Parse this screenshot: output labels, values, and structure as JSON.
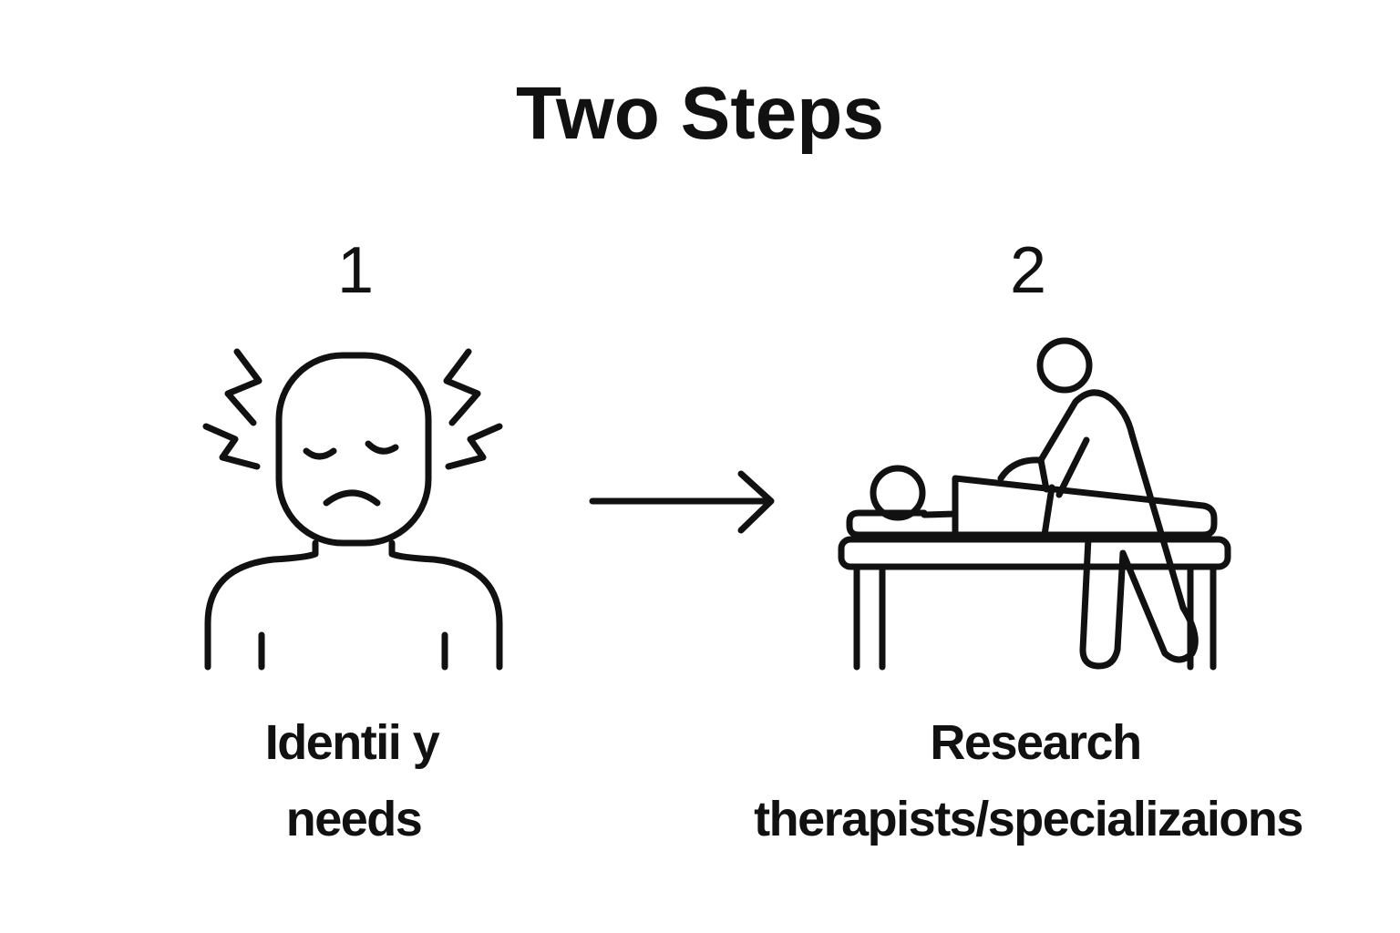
{
  "title": "Two Steps",
  "steps": [
    {
      "number": "1",
      "label_line1": "Identii y",
      "label_line2": "needs",
      "icon": "stressed-person-icon"
    },
    {
      "number": "2",
      "label_line1": "Research",
      "label_line2": "therapists/specializaions",
      "icon": "massage-therapy-icon"
    }
  ],
  "connector": "arrow-right-icon"
}
